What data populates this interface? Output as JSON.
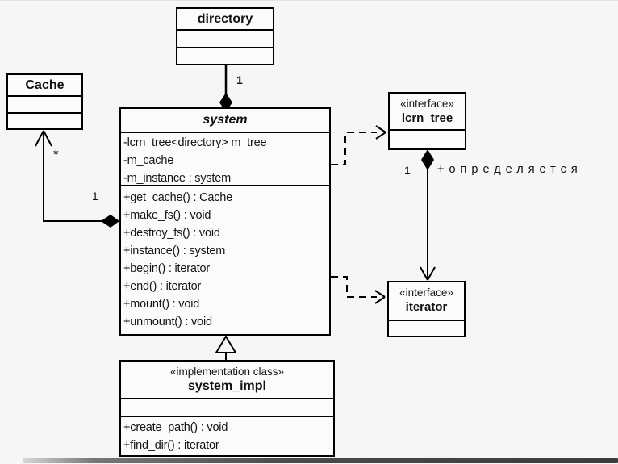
{
  "diagram": {
    "colors": {
      "background": "#f6f6f6",
      "box_fill": "#fbfbfb",
      "line": "#000000",
      "text": "#111111"
    },
    "classes": {
      "directory": {
        "name": "directory"
      },
      "cache": {
        "name": "Cache"
      },
      "system": {
        "name": "system",
        "attributes": [
          "-lcrn_tree<directory> m_tree",
          "-m_cache",
          "-m_instance : system"
        ],
        "methods": [
          "+get_cache() : Cache",
          "+make_fs() : void",
          "+destroy_fs() : void",
          "+instance() : system",
          "+begin() : iterator",
          "+end() : iterator",
          "+mount() : void",
          "+unmount() : void"
        ]
      },
      "lcrn_tree": {
        "stereotype": "«interface»",
        "name": "lcrn_tree"
      },
      "iterator": {
        "stereotype": "«interface»",
        "name": "iterator"
      },
      "system_impl": {
        "stereotype": "«implementation class»",
        "name": "system_impl",
        "methods": [
          "+create_path() : void",
          "+find_dir() : iterator"
        ]
      }
    },
    "labels": {
      "directory_system_multiplicity": "1",
      "system_cache_multiplicity_cache_end": "*",
      "system_cache_multiplicity_system_end": "1",
      "lcrn_iterator_multiplicity": "1",
      "lcrn_iterator_role": "+определяется"
    }
  }
}
